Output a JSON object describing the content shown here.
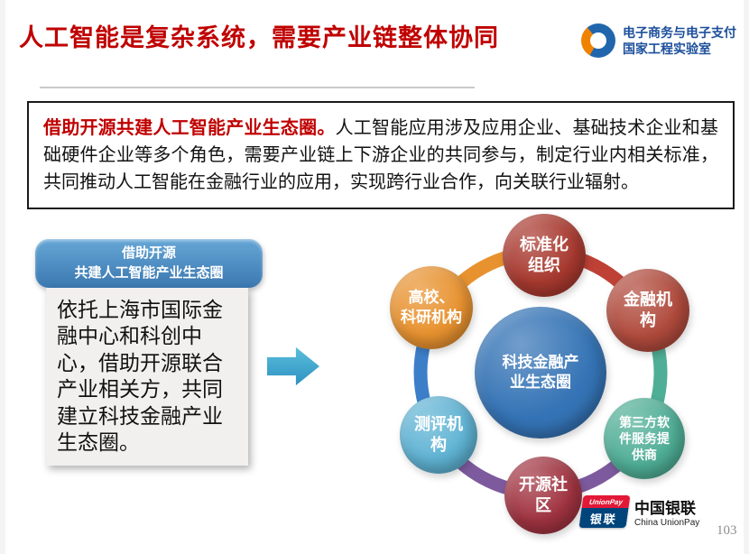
{
  "header": {
    "title": "人工智能是复杂系统，需要产业链整体协同",
    "lab_logo_line1": "电子商务与电子支付",
    "lab_logo_line2": "国家工程实验室"
  },
  "intro": {
    "lead": "借助开源共建人工智能产业生态圈。",
    "body": "人工智能应用涉及应用企业、基础技术企业和基础硬件企业等多个角色，需要产业链上下游企业的共同参与，制定行业内相关标准，共同推动人工智能在金融行业的应用，实现跨行业合作，向关联行业辐射。"
  },
  "left_panel": {
    "header_line1": "借助开源",
    "header_line2": "共建人工智能产业生态圈",
    "body": "依托上海市国际金融中心和科创中心，借助开源联合产业相关方，共同建立科技金融产业生态圈。"
  },
  "diagram": {
    "center": {
      "label": "科技金融产\n业生态圈",
      "color": "#3473b5"
    },
    "nodes": [
      {
        "id": "standards-org",
        "label": "标准化\n组织",
        "color": "#a8392f"
      },
      {
        "id": "financial-institutions",
        "label": "金融机\n构",
        "color": "#b04a3c"
      },
      {
        "id": "third-party-software",
        "label": "第三方软\n件服务提\n供商",
        "color": "#4fae96"
      },
      {
        "id": "open-source-community",
        "label": "开源社\n区",
        "color": "#a03340"
      },
      {
        "id": "testing-agencies",
        "label": "测评机\n构",
        "color": "#5fb3d4"
      },
      {
        "id": "universities-research",
        "label": "高校、\n科研机构",
        "color": "#e8922f"
      }
    ],
    "ring_colors": [
      "#bf4136",
      "#4fae96",
      "#7d5a9e",
      "#7d5a9e",
      "#3d7ec9",
      "#e8922f"
    ]
  },
  "footer": {
    "unionpay_mark_en": "UnionPay",
    "unionpay_mark_cn": "银联",
    "brand_cn": "中国银联",
    "brand_en": "China UnionPay",
    "page_number": "103"
  }
}
